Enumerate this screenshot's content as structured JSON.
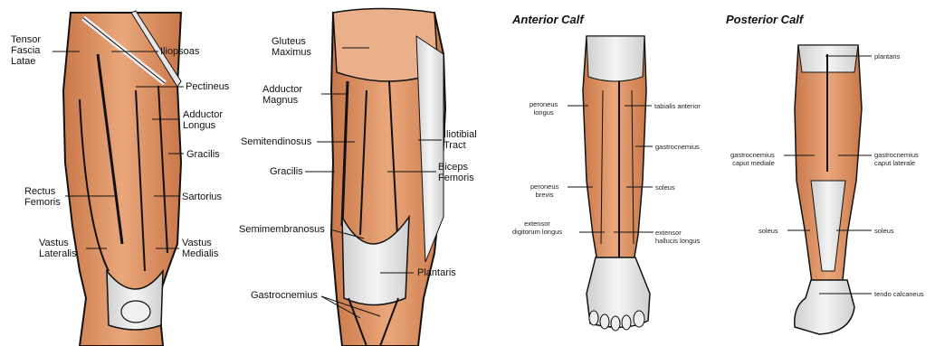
{
  "thigh_front": {
    "labels": [
      "Tensor\nFascia\nLatae",
      "Iliopsoas",
      "Pectineus",
      "Adductor\nLongus",
      "Gracilis",
      "Sartorius",
      "Rectus\nFemoris",
      "Vastus\nLateralis",
      "Vastus\nMedialis"
    ]
  },
  "thigh_back": {
    "labels": [
      "Gluteus\nMaximus",
      "Adductor\nMagnus",
      "Iliotibial\nTract",
      "Semitendinosus",
      "Gracilis",
      "Biceps\nFemoris",
      "Semimembranosus",
      "Plantaris",
      "Gastrocnemius"
    ]
  },
  "anterior_calf": {
    "title": "Anterior Calf",
    "labels": [
      "peroneus\nlongus",
      "tabialis anterior",
      "gastrocnemius",
      "peroneus\nbrevis",
      "soleus",
      "extensor\ndigitorum  longus",
      "extensor\nhallucis longus"
    ]
  },
  "posterior_calf": {
    "title": "Posterior Calf",
    "labels": [
      "plantaris",
      "gastrocnemius\ncaput mediale",
      "gastrocnemius\ncaput laterale",
      "soleus",
      "soleus",
      "tendo calcaneus"
    ]
  },
  "colors": {
    "muscle": "#d9895a",
    "muscle_light": "#eeb48a",
    "tendon": "#e8e8e8",
    "outline": "#111111"
  }
}
